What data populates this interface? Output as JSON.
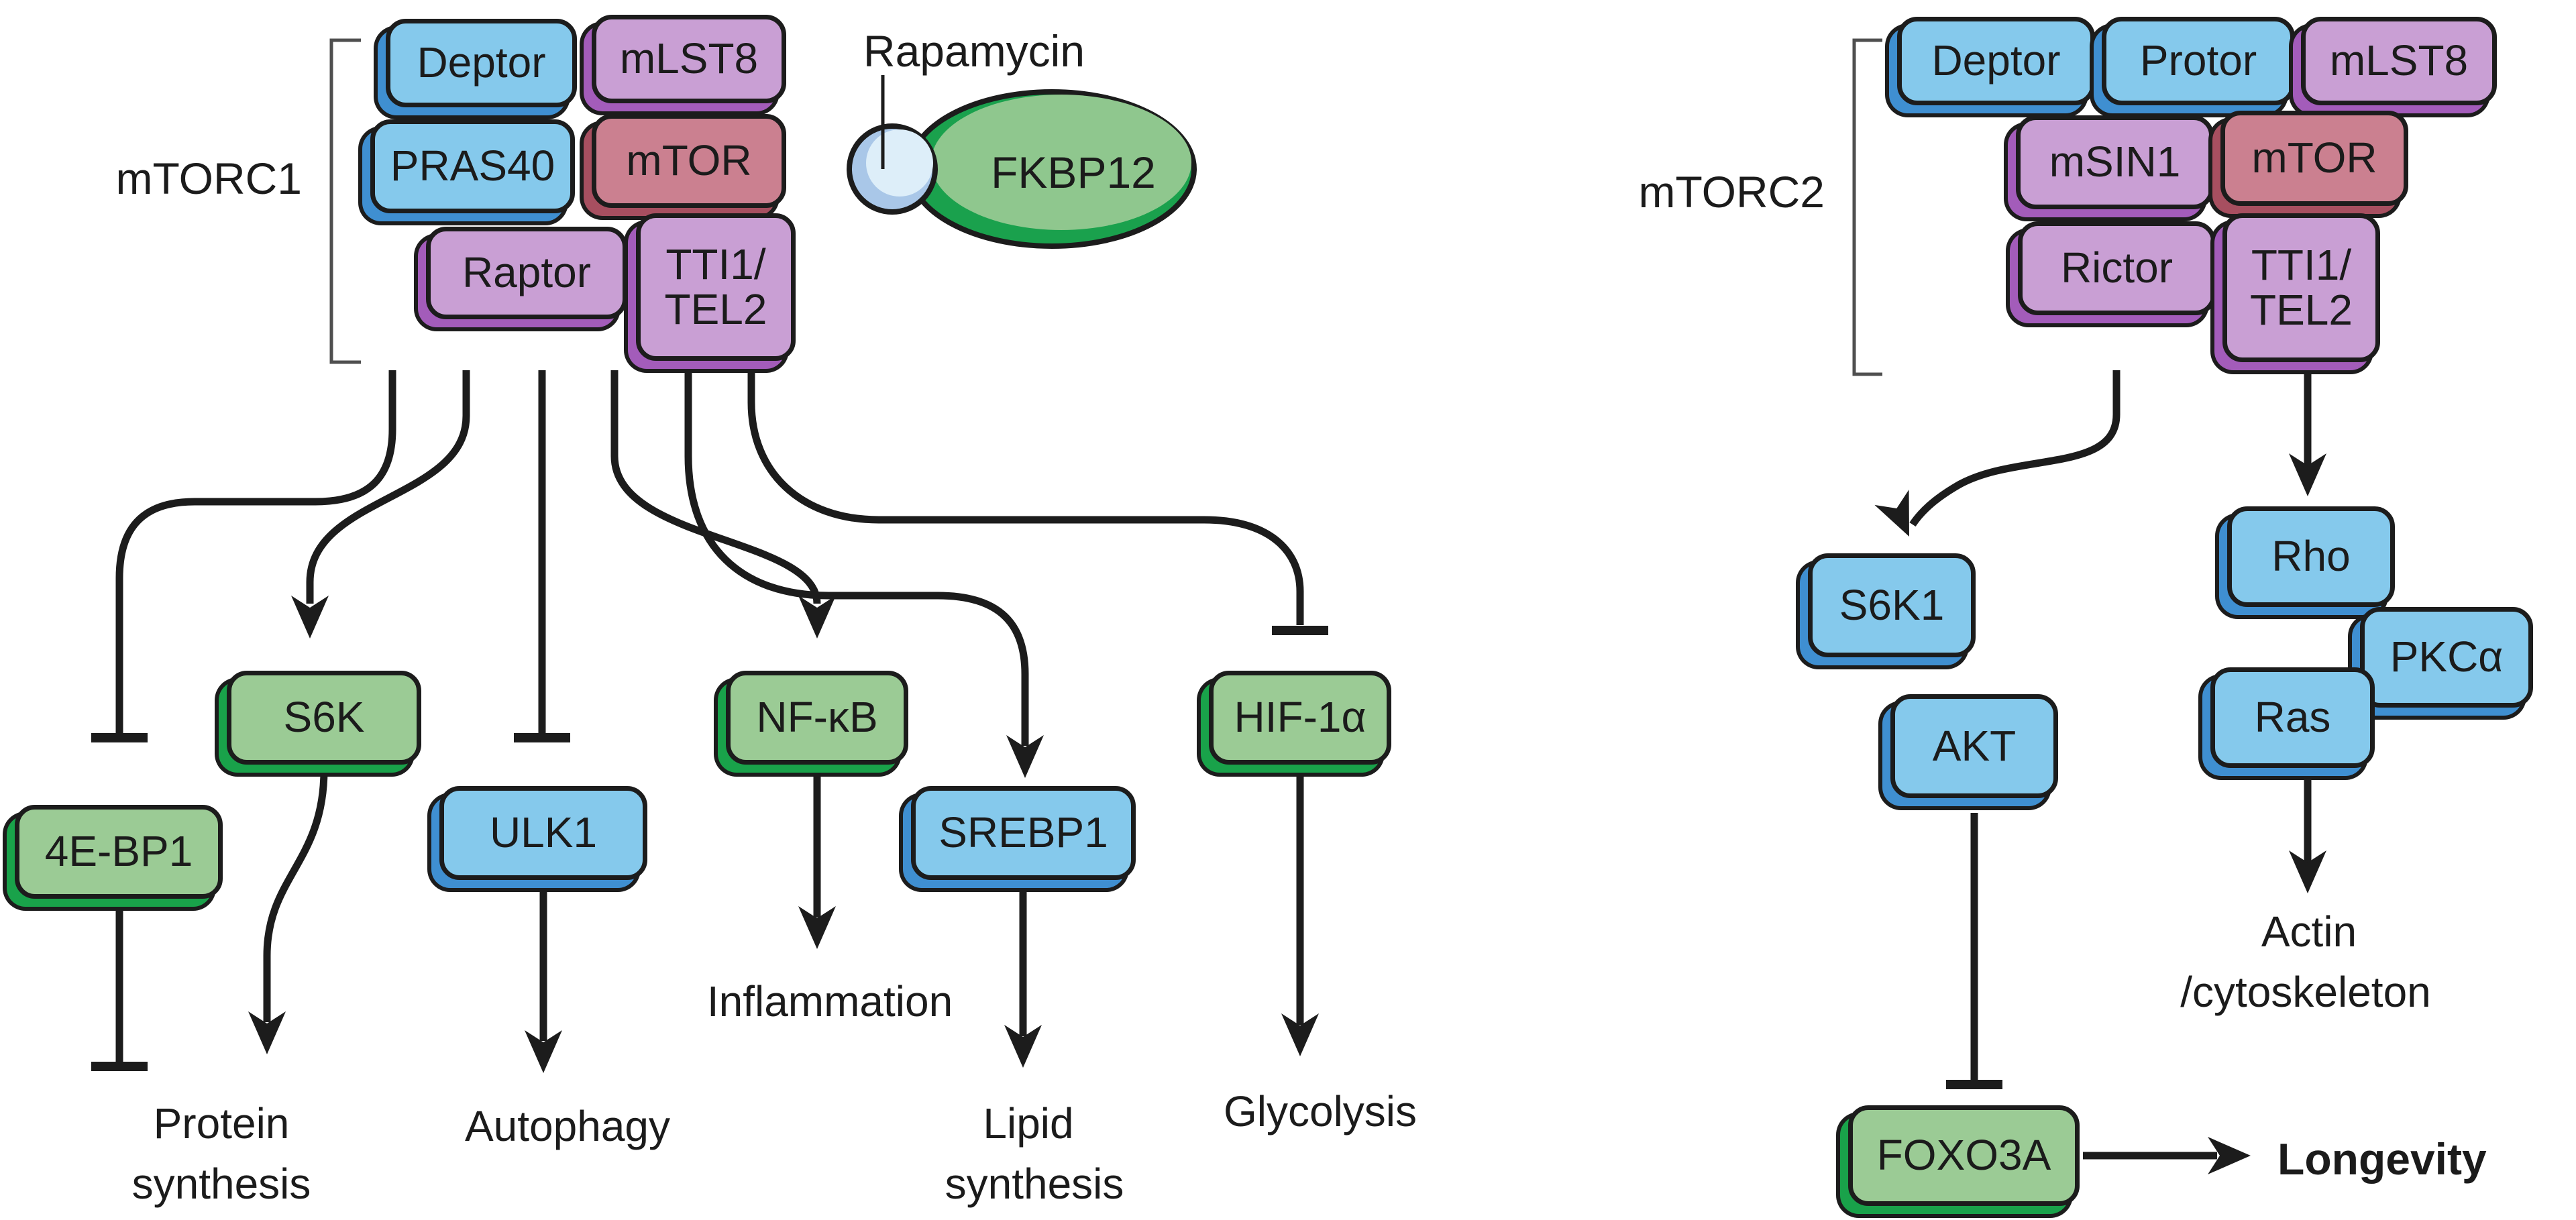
{
  "mtorc1": {
    "label": "mTORC1",
    "subunits": {
      "deptor": "Deptor",
      "mlst8": "mLST8",
      "pras40": "PRAS40",
      "mtor": "mTOR",
      "raptor": "Raptor",
      "tti1": "TTI1/",
      "tel2": "TEL2"
    }
  },
  "rapamycin": {
    "label": "Rapamycin",
    "fkbp12": "FKBP12"
  },
  "mtorc2": {
    "label": "mTORC2",
    "subunits": {
      "deptor": "Deptor",
      "protor": "Protor",
      "mlst8": "mLST8",
      "msin1": "mSIN1",
      "mtor": "mTOR",
      "rictor": "Rictor",
      "tti1": "TTI1/",
      "tel2": "TEL2"
    }
  },
  "mtorc1_targets": {
    "e4ebp1": "4E-BP1",
    "s6k": "S6K",
    "ulk1": "ULK1",
    "nfkb": "NF-κB",
    "srebp1": "SREBP1",
    "hif1a": "HIF-1α"
  },
  "mtorc1_outcomes": {
    "protein_line1": "Protein",
    "protein_line2": "synthesis",
    "autophagy": "Autophagy",
    "inflammation": "Inflammation",
    "lipid_line1": "Lipid",
    "lipid_line2": "synthesis",
    "glycolysis": "Glycolysis"
  },
  "mtorc2_targets": {
    "s6k1": "S6K1",
    "akt": "AKT",
    "rho": "Rho",
    "pkca": "PKCα",
    "ras": "Ras",
    "foxo3a": "FOXO3A"
  },
  "mtorc2_outcomes": {
    "actin_line1": "Actin",
    "actin_line2": "/cytoskeleton",
    "longevity": "Longevity"
  },
  "colors": {
    "blue": "#85c9ec",
    "blue_shade": "#3f8fd1",
    "purple": "#c99fd4",
    "purple_shade": "#a35cba",
    "rose": "#cb8090",
    "rose_shade": "#a74f60",
    "green": "#9bcb95",
    "green_shade": "#19a24a",
    "fkbp12_green": "#8fc78e",
    "fkbp12_green_shade": "#1aa14d",
    "rapamycin_blue": "#ddeef9",
    "rapamycin_blue_shade": "#a9c7e8",
    "line_black": "#1c1c1c",
    "bracket_gray": "#4f4f4f"
  }
}
